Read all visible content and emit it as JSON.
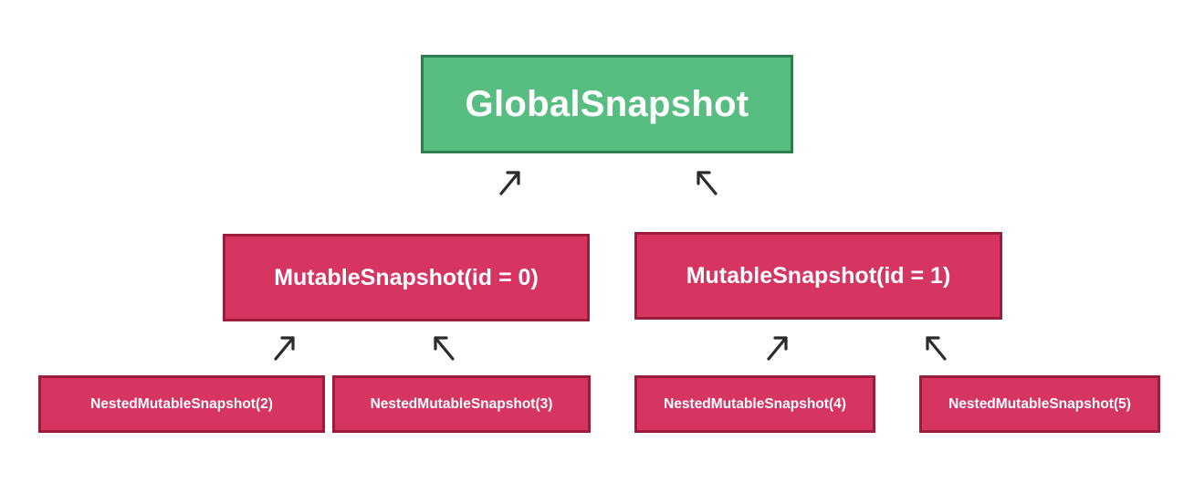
{
  "diagram": {
    "root": {
      "label": "GlobalSnapshot"
    },
    "mutable": [
      {
        "label": "MutableSnapshot(id = 0)"
      },
      {
        "label": "MutableSnapshot(id = 1)"
      }
    ],
    "nested": [
      {
        "label": "NestedMutableSnapshot(2)"
      },
      {
        "label": "NestedMutableSnapshot(3)"
      },
      {
        "label": "NestedMutableSnapshot(4)"
      },
      {
        "label": "NestedMutableSnapshot(5)"
      }
    ]
  },
  "colors": {
    "root_fill": "#58bd81",
    "root_border": "#2f7d4f",
    "child_fill": "#d63562",
    "child_border": "#9c1c3b",
    "arrow": "#2b2b2b"
  }
}
